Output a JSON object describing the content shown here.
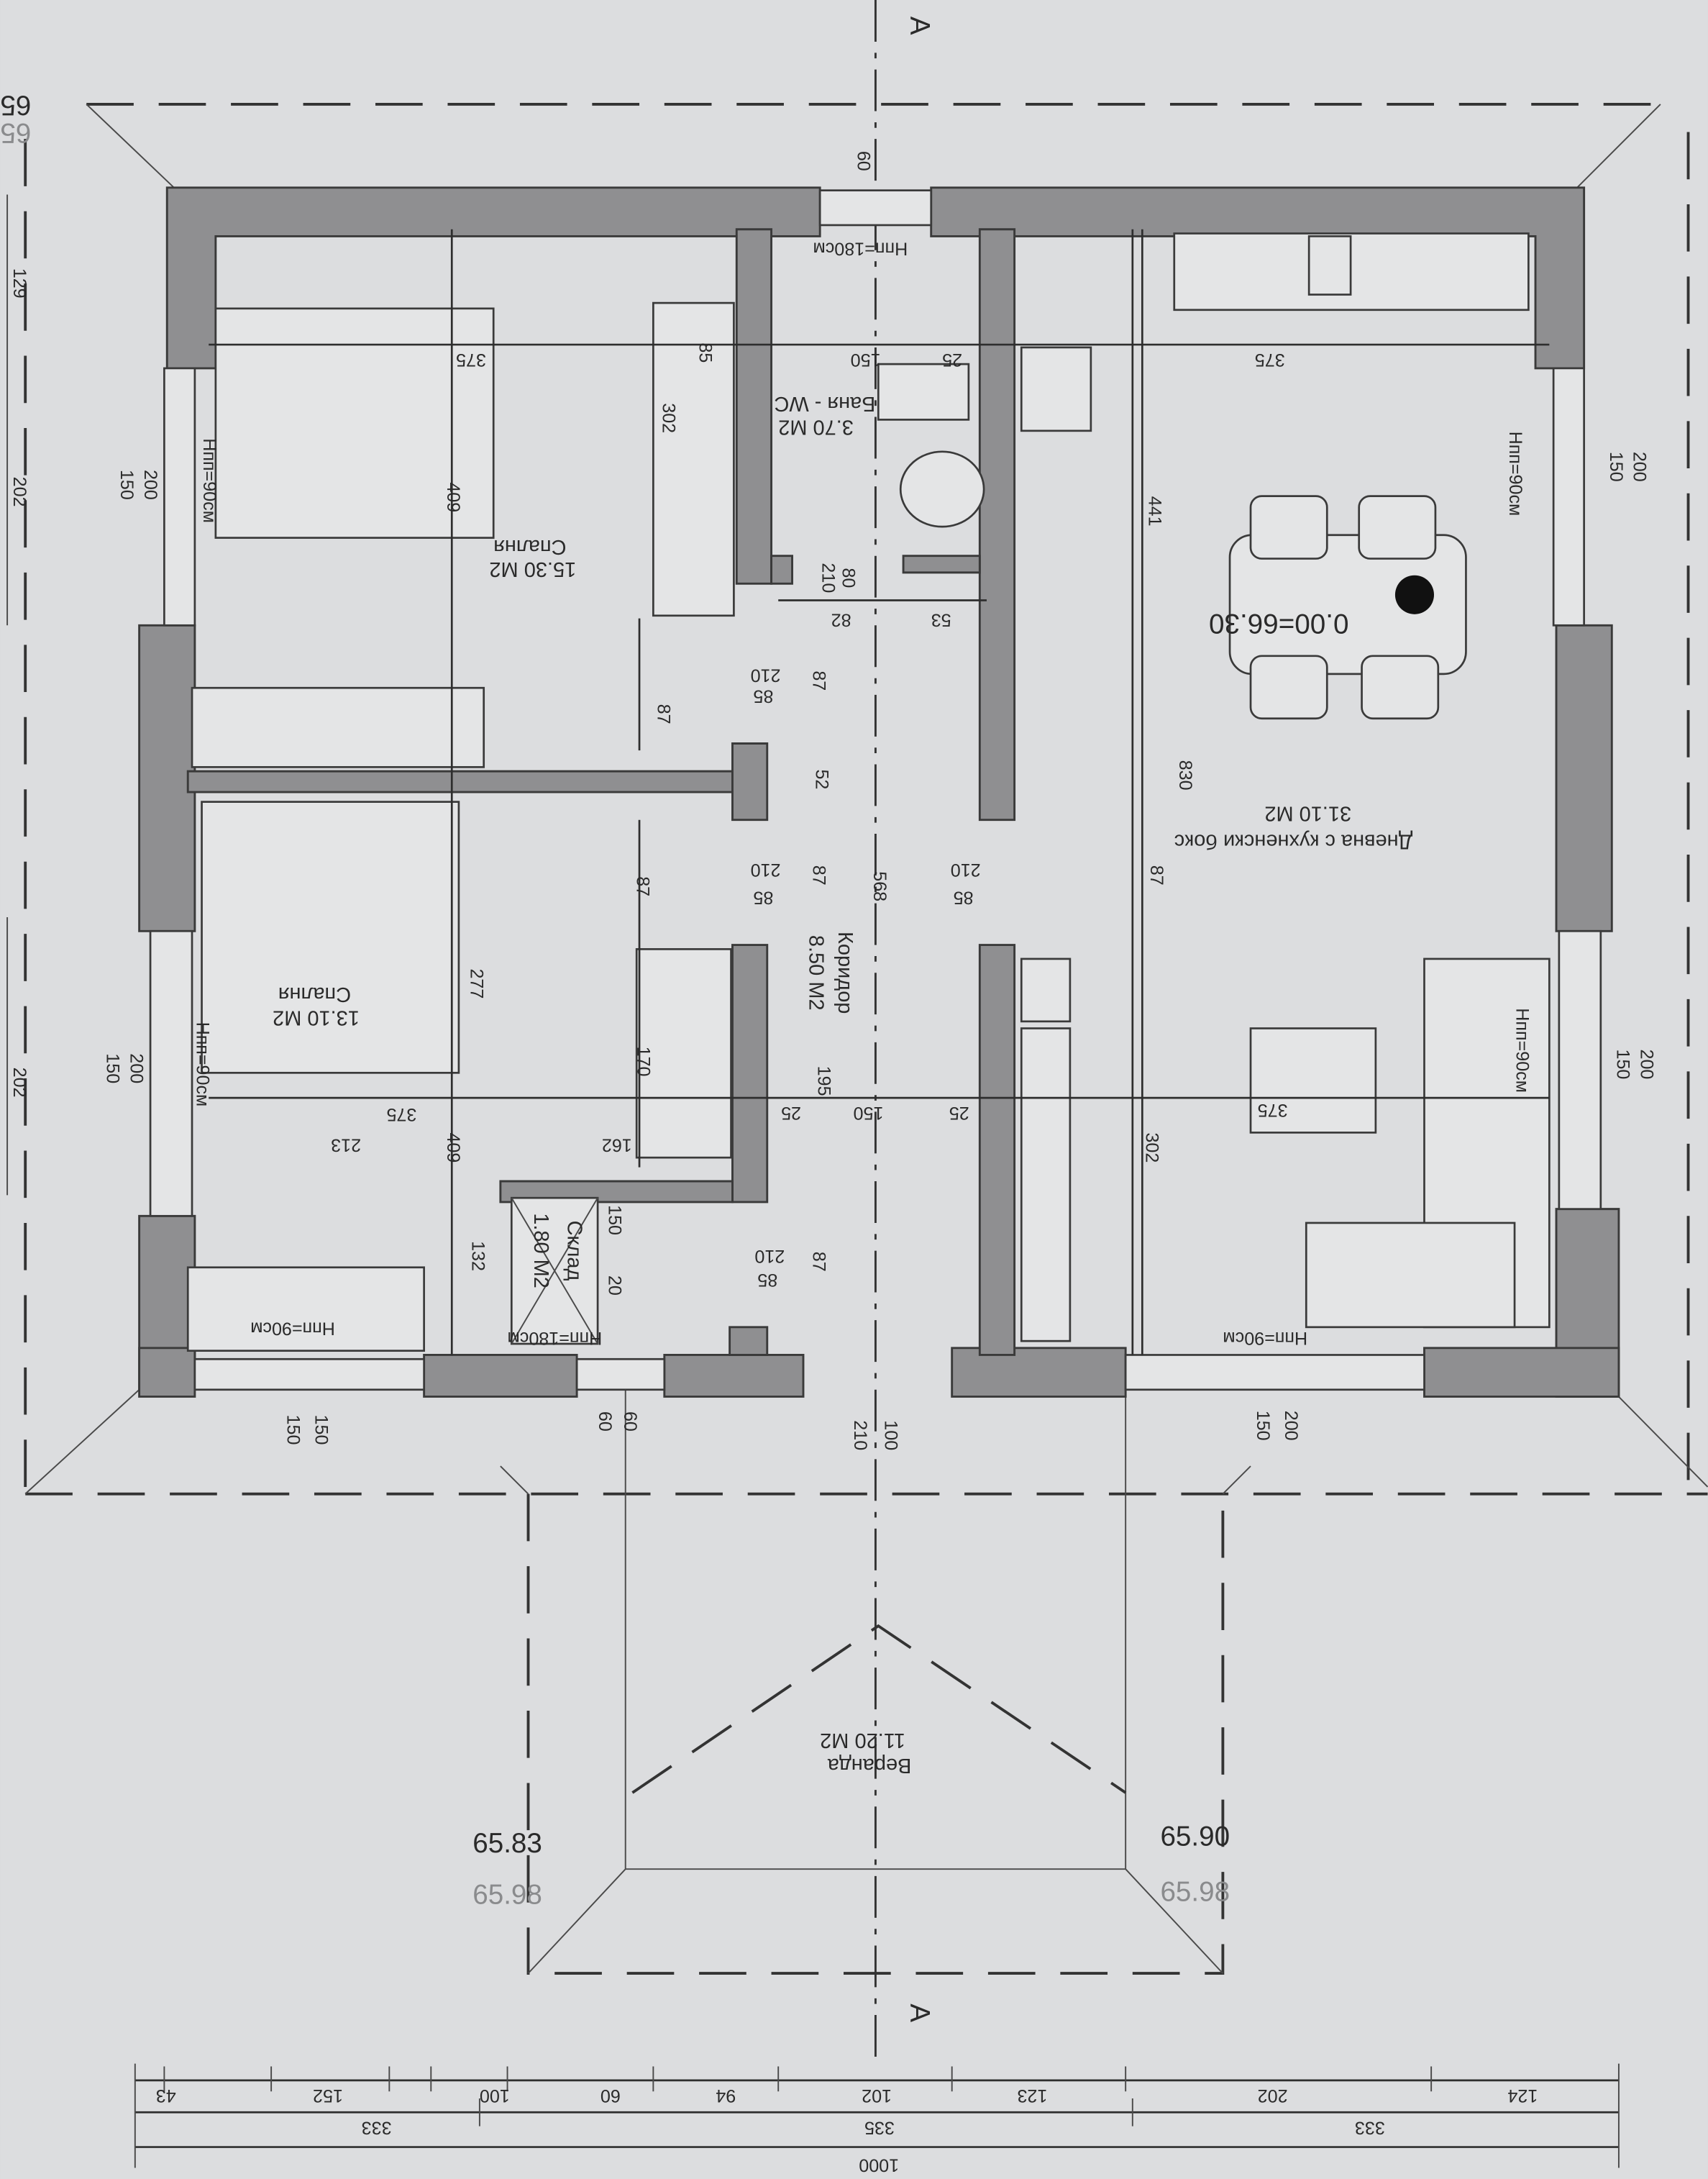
{
  "rooms": {
    "bedroom1": {
      "name": "Спалня",
      "area": "15.30 М2"
    },
    "bedroom2": {
      "name": "Спалня",
      "area": "13.10 М2"
    },
    "bathroom": {
      "name": "Баня - WC",
      "area": "3.70 М2"
    },
    "corridor": {
      "name": "Коридор",
      "area": "8.50 М2"
    },
    "storage": {
      "name": "Склад",
      "area": "1.80 М2"
    },
    "living": {
      "name": "Дневна с кухненски бокс",
      "area": "31.10 М2"
    },
    "veranda": {
      "name": "Веранда",
      "area": "11.20 М2"
    }
  },
  "elevation_mark": "0.00=66.30",
  "sill_notes": [
    "Нпп=180см",
    "Нпп=180см",
    "Нпп=90см",
    "Нпп=90см",
    "Нпп=90см",
    "Нпп=90см",
    "Нпп=90см",
    "Нпп=90см"
  ],
  "section_marks": [
    "A",
    "A"
  ],
  "corner_levels": {
    "top_left": "65",
    "top_left_faded": "65",
    "bottom_left": "65.83",
    "bottom_left_faded": "65.98",
    "bottom_right": "65.90",
    "bottom_right_faded": "65.98"
  },
  "dims": [
    "375",
    "375",
    "375",
    "375",
    "409",
    "409",
    "302",
    "302",
    "441",
    "830",
    "568",
    "87",
    "87",
    "87",
    "87",
    "87",
    "87",
    "85",
    "210",
    "85",
    "210",
    "85",
    "210",
    "85",
    "210",
    "80",
    "210",
    "82",
    "53",
    "52",
    "195",
    "25",
    "150",
    "25",
    "162",
    "213",
    "170",
    "277",
    "132",
    "150",
    "20",
    "60",
    "25",
    "150",
    "129",
    "202",
    "202",
    "150",
    "200",
    "150",
    "200",
    "150",
    "200",
    "150",
    "200",
    "150",
    "150",
    "60",
    "60",
    "210",
    "100",
    "150",
    "200",
    "85"
  ],
  "bottom_dims": {
    "row1": [
      "43",
      "152",
      "100",
      "60",
      "94",
      "102",
      "123",
      "202",
      "124"
    ],
    "row2": [
      "333",
      "335",
      "333"
    ],
    "total": "1000"
  }
}
